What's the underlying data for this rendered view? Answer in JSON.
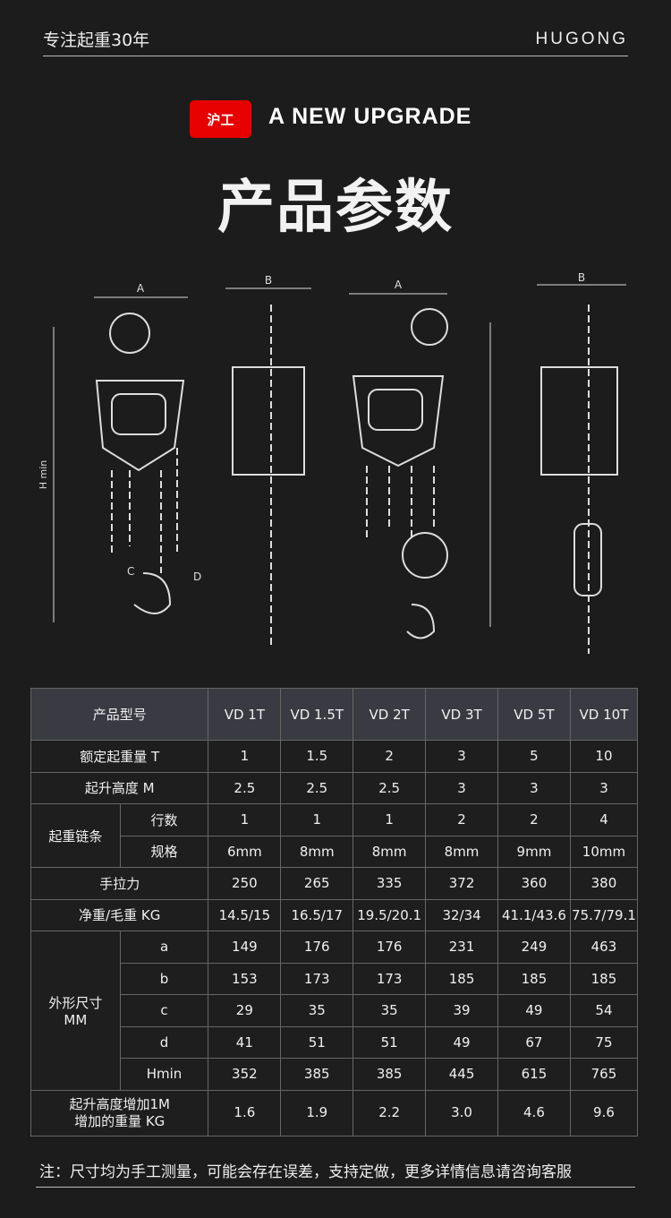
{
  "header": {
    "tagline": "专注起重30年",
    "brand": "HUGONG"
  },
  "logo": {
    "text": "沪工"
  },
  "upgrade": "A NEW UPGRADE",
  "title": "产品参数",
  "drawing_labels": {
    "a": "A",
    "b": "B",
    "h": "H min",
    "c": "C",
    "d": "D"
  },
  "table": {
    "header": [
      "产品型号",
      "VD 1T",
      "VD 1.5T",
      "VD 2T",
      "VD 3T",
      "VD 5T",
      "VD 10T"
    ],
    "rows": [
      {
        "label": "额定起重量 T",
        "values": [
          "1",
          "1.5",
          "2",
          "3",
          "5",
          "10"
        ]
      },
      {
        "label": "起升高度 M",
        "values": [
          "2.5",
          "2.5",
          "2.5",
          "3",
          "3",
          "3"
        ]
      }
    ],
    "chain": {
      "label": "起重链条",
      "rows": [
        {
          "label": "行数",
          "values": [
            "1",
            "1",
            "1",
            "2",
            "2",
            "4"
          ]
        },
        {
          "label": "规格",
          "values": [
            "6mm",
            "8mm",
            "8mm",
            "8mm",
            "9mm",
            "10mm"
          ]
        }
      ]
    },
    "rows2": [
      {
        "label": "手拉力",
        "values": [
          "250",
          "265",
          "335",
          "372",
          "360",
          "380"
        ]
      },
      {
        "label": "净重/毛重 KG",
        "values": [
          "14.5/15",
          "16.5/17",
          "19.5/20.1",
          "32/34",
          "41.1/43.6",
          "75.7/79.1"
        ]
      }
    ],
    "dims": {
      "label1": "外形尺寸",
      "label2": "MM",
      "rows": [
        {
          "label": "a",
          "values": [
            "149",
            "176",
            "176",
            "231",
            "249",
            "463"
          ]
        },
        {
          "label": "b",
          "values": [
            "153",
            "173",
            "173",
            "185",
            "185",
            "185"
          ]
        },
        {
          "label": "c",
          "values": [
            "29",
            "35",
            "35",
            "39",
            "49",
            "54"
          ]
        },
        {
          "label": "d",
          "values": [
            "41",
            "51",
            "51",
            "49",
            "67",
            "75"
          ]
        },
        {
          "label": "Hmin",
          "values": [
            "352",
            "385",
            "385",
            "445",
            "615",
            "765"
          ]
        }
      ]
    },
    "last": {
      "label1": "起升高度增加1M",
      "label2": "增加的重量 KG",
      "values": [
        "1.6",
        "1.9",
        "2.2",
        "3.0",
        "4.6",
        "9.6"
      ]
    }
  },
  "note": "注：尺寸均为手工测量，可能会存在误差，支持定做，更多详情信息请咨询客服"
}
